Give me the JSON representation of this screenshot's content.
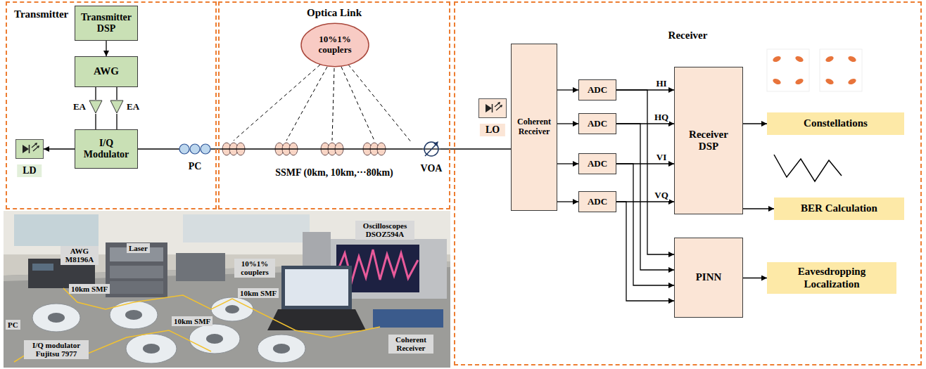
{
  "diagram": {
    "nodes": [
      {
        "text": [
          "Transmitter"
        ]
      },
      {
        "text": [
          "Transmitter DSP"
        ],
        "in": 0
      },
      {
        "text": [
          "AWG"
        ],
        "in": 0
      },
      {
        "text": [
          "EA"
        ],
        "in": 0
      },
      {
        "text": [
          "EA"
        ],
        "in": 0
      },
      {
        "text": [
          "I/Q Modulator"
        ],
        "in": 0
      },
      {
        "text": [
          "LD"
        ],
        "in": 0
      },
      {
        "text": [
          "PC"
        ],
        "in": 0
      },
      {
        "text": [
          "Optica Link"
        ]
      },
      {
        "text": [
          "10%1% couplers"
        ],
        "in": 8
      },
      {
        "text": [
          "VOA"
        ],
        "in": 8
      },
      {
        "text": [
          "Receiver"
        ]
      },
      {
        "text": [
          "LO"
        ],
        "in": 11
      },
      {
        "text": [
          "Coherent Receiver"
        ],
        "in": 11
      },
      {
        "text": [
          "ADC"
        ],
        "in": 11
      },
      {
        "text": [
          "ADC"
        ],
        "in": 11
      },
      {
        "text": [
          "ADC"
        ],
        "in": 11
      },
      {
        "text": [
          "ADC"
        ],
        "in": 11
      },
      {
        "text": [
          "Receiver DSP"
        ],
        "in": 11
      },
      {
        "text": [
          "PINN"
        ],
        "in": 11
      },
      {
        "text": [
          "Constellations"
        ],
        "in": 11
      },
      {
        "text": [
          "BER Calculation"
        ],
        "in": 11
      },
      {
        "text": [
          "Eavesdropping Localization"
        ],
        "in": 11
      }
    ],
    "edges": [
      {
        "from": 1,
        "to": 2,
        "arrow": "to"
      },
      {
        "from": 2,
        "to": 3,
        "arrow": "none"
      },
      {
        "from": 2,
        "to": 4,
        "arrow": "none"
      },
      {
        "from": 3,
        "to": 5,
        "arrow": "none"
      },
      {
        "from": 4,
        "to": 5,
        "arrow": "none"
      },
      {
        "from": 5,
        "to": 6,
        "arrow": "to"
      },
      {
        "from": 5,
        "to": 7,
        "arrow": "none"
      },
      {
        "from": 7,
        "to": 10,
        "arrow": "none"
      },
      {
        "from": 10,
        "to": 13,
        "arrow": "none"
      },
      {
        "from": 13,
        "to": 14,
        "arrow": "to"
      },
      {
        "from": 13,
        "to": 15,
        "arrow": "to"
      },
      {
        "from": 13,
        "to": 16,
        "arrow": "to"
      },
      {
        "from": 13,
        "to": 17,
        "arrow": "to"
      },
      {
        "from": 14,
        "to": 18,
        "label": "HI",
        "arrow": "to"
      },
      {
        "from": 15,
        "to": 18,
        "label": "HQ",
        "arrow": "to"
      },
      {
        "from": 16,
        "to": 18,
        "label": "VI",
        "arrow": "to"
      },
      {
        "from": 17,
        "to": 18,
        "label": "VQ",
        "arrow": "to"
      },
      {
        "from": 14,
        "to": 19,
        "arrow": "to"
      },
      {
        "from": 15,
        "to": 19,
        "arrow": "to"
      },
      {
        "from": 16,
        "to": 19,
        "arrow": "to"
      },
      {
        "from": 17,
        "to": 19,
        "arrow": "to"
      },
      {
        "from": 18,
        "to": 20,
        "arrow": "to"
      },
      {
        "from": 18,
        "to": 21,
        "arrow": "to"
      },
      {
        "from": 19,
        "to": 22,
        "arrow": "to"
      }
    ],
    "labels": [
      "SSMF (0km, 10km,···80km)",
      "AWG M8196A",
      "Laser",
      "10%1% couplers",
      "Oscilloscopes DSOZ594A",
      "10km SMF",
      "10km SMF",
      "10km SMF",
      "PC",
      "I/Q modulator Fujitsu 7977",
      "Coherent Receiver"
    ]
  }
}
